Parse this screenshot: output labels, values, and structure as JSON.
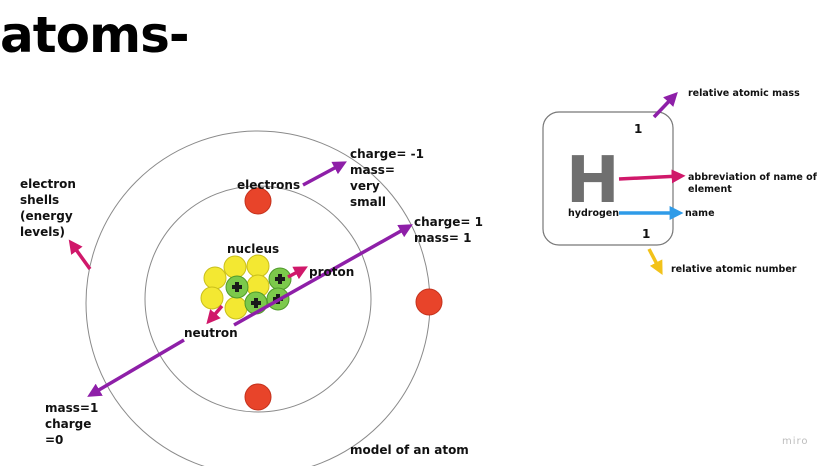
{
  "title": "atoms-",
  "atom_model": {
    "caption": "model of an atom",
    "electron_shells_label": [
      " electron",
      "shells",
      "(energy",
      "levels)"
    ],
    "electrons_label": "electrons",
    "electron_props": [
      "charge= -1",
      "mass=",
      "very",
      "small"
    ],
    "nucleus_label": "nucleus",
    "proton_label": "proton",
    "proton_props": [
      "charge= 1",
      "mass= 1"
    ],
    "neutron_label": "neutron",
    "neutron_props": [
      "mass=1",
      "charge",
      "=0"
    ]
  },
  "element_card": {
    "symbol": "H",
    "name": "hydrogen",
    "mass_number": "1",
    "atomic_number": "1",
    "relative_atomic_mass_label": "relative atomic mass",
    "abbreviation_label": [
      "abbreviation of name of",
      "element"
    ],
    "name_label": "name",
    "relative_atomic_number_label": "relative atomic number"
  },
  "watermark": "miro",
  "colors": {
    "electron": "#e8442a",
    "proton": "#f3e832",
    "neutron": "#7cc94b",
    "arrow_purple": "#8e1fa8",
    "arrow_magenta": "#d0186a",
    "arrow_blue": "#2f9be8",
    "arrow_yellow": "#f2c21a"
  }
}
